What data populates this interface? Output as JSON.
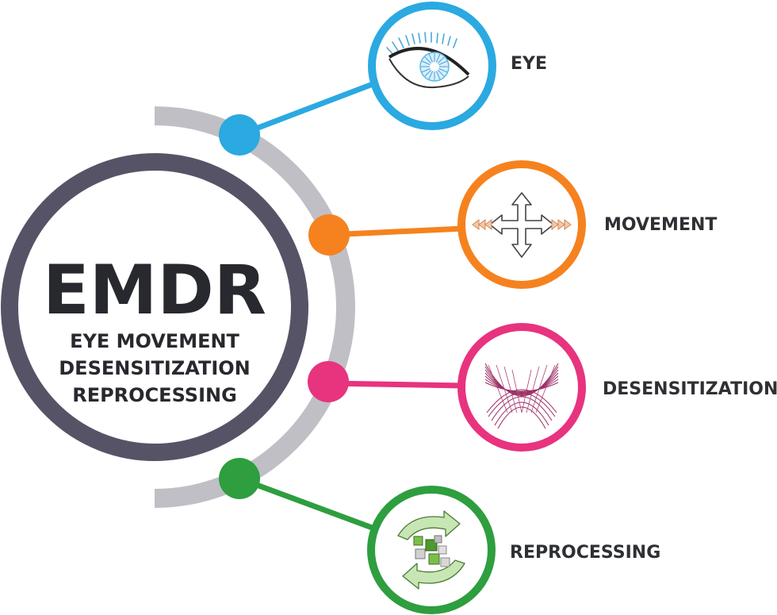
{
  "center": {
    "title": "EMDR",
    "subtitle_lines": [
      "EYE MOVEMENT",
      "DESENSITIZATION",
      "REPROCESSING"
    ]
  },
  "colors": {
    "ring": "#575367",
    "arc": "#c0bfc6",
    "text": "#2e3034"
  },
  "items": [
    {
      "label": "EYE",
      "color": "#2ba9e1",
      "icon": "eye-icon"
    },
    {
      "label": "MOVEMENT",
      "color": "#f5821f",
      "icon": "four-way-arrows-icon"
    },
    {
      "label": "DESENSITIZATION",
      "color": "#e8337f",
      "icon": "mesh-wave-icon"
    },
    {
      "label": "REPROCESSING",
      "color": "#2e9e3f",
      "icon": "recycle-arrows-icon"
    }
  ]
}
